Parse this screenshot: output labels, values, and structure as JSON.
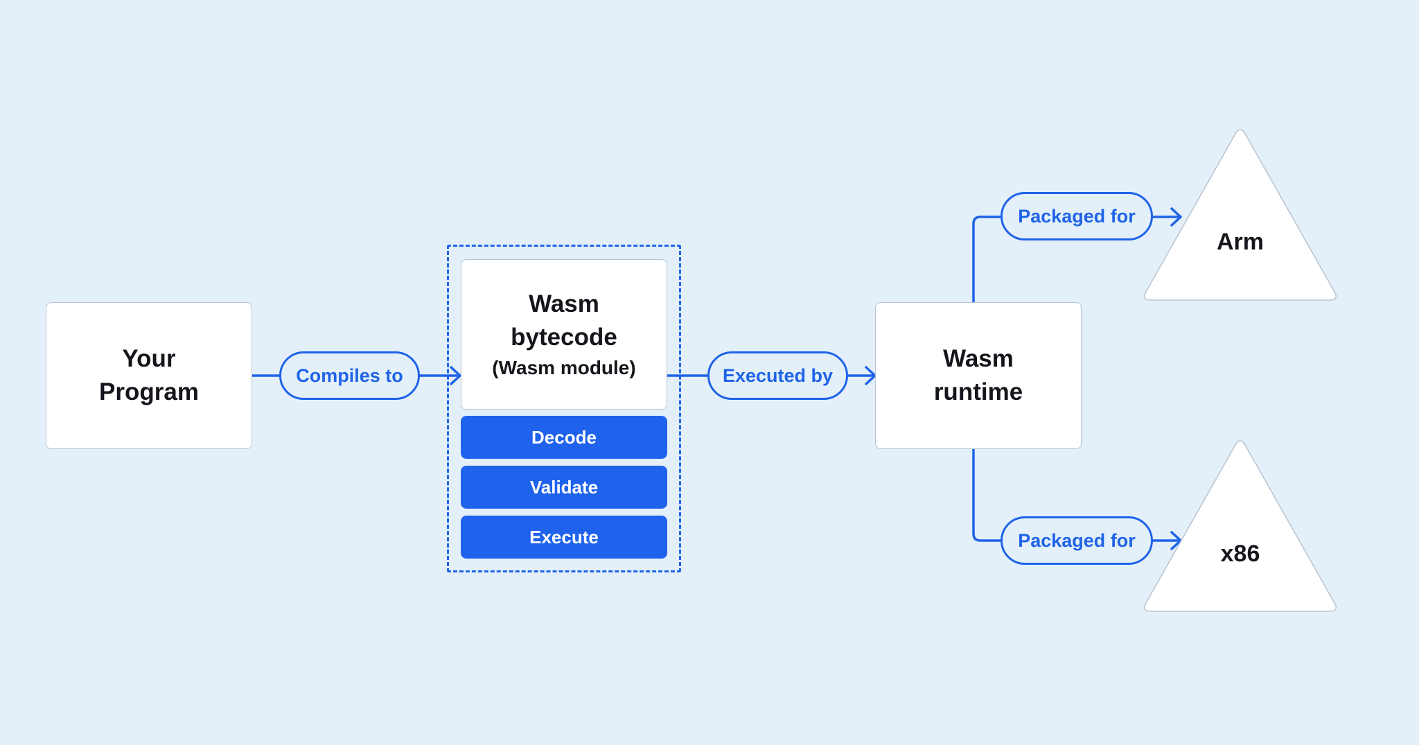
{
  "source_box": {
    "line1": "Your",
    "line2": "Program"
  },
  "bytecode_box": {
    "line1": "Wasm",
    "line2": "bytecode",
    "line3": "(Wasm module)"
  },
  "steps": [
    "Decode",
    "Validate",
    "Execute"
  ],
  "runtime_box": {
    "line1": "Wasm",
    "line2": "runtime"
  },
  "edges": {
    "compiles_to": "Compiles to",
    "executed_by": "Executed by",
    "packaged_for_arm": "Packaged for",
    "packaged_for_x86": "Packaged for"
  },
  "targets": {
    "arm": "Arm",
    "x86": "x86"
  },
  "colors": {
    "background": "#e3f0fa",
    "accent": "#1f63e8",
    "step_fill": "#1f63ed",
    "box_fill": "#ffffff",
    "text": "#14161b"
  }
}
